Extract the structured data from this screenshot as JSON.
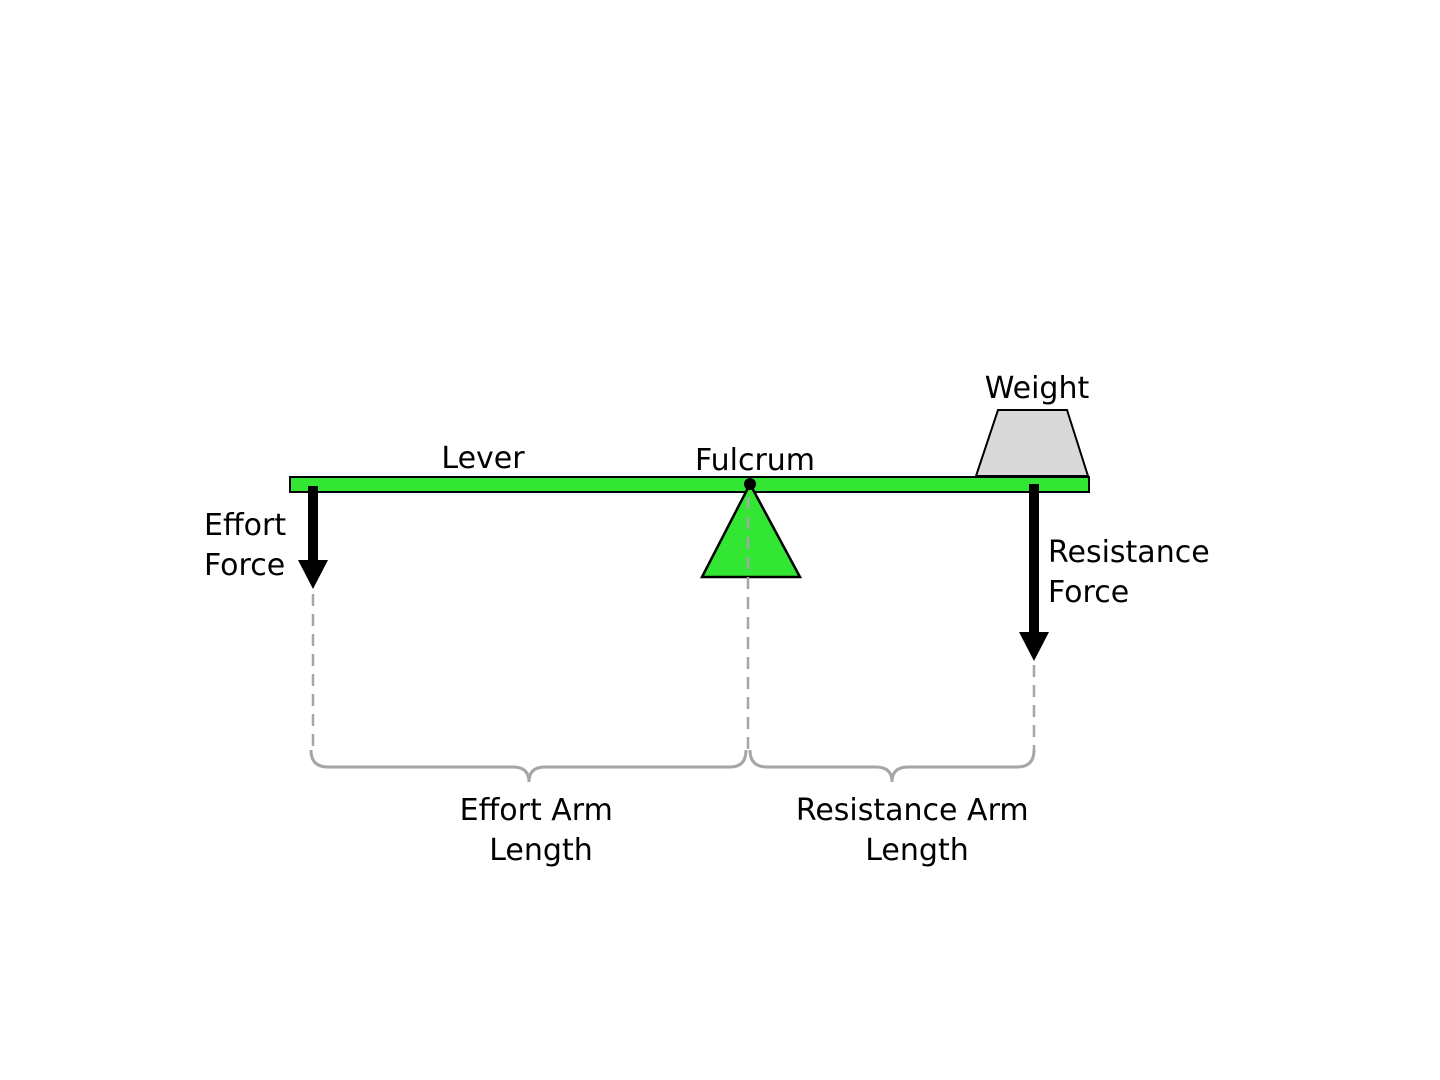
{
  "labels": {
    "lever": "Lever",
    "fulcrum": "Fulcrum",
    "weight": "Weight",
    "effort_force": [
      "Effort",
      "Force"
    ],
    "resistance_force": [
      "Resistance",
      "Force"
    ],
    "effort_arm_length": [
      "Effort Arm",
      "Length"
    ],
    "resistance_arm_length": [
      "Resistance Arm",
      "Length"
    ]
  },
  "colors": {
    "lever_fill": "#33e633",
    "fulcrum_fill": "#33e633",
    "weight_fill": "#d9d9d9",
    "outline": "#000000",
    "force_arrow": "#000000",
    "guide_line": "#a6a6a6"
  }
}
